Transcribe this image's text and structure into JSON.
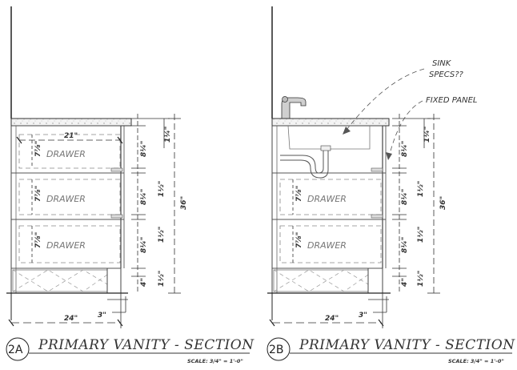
{
  "left_section": {
    "tag": "2A",
    "title": "PRIMARY VANITY - SECTION",
    "scale": "SCALE: 3/4\" = 1'-0\"",
    "drawers": [
      "DRAWER",
      "DRAWER",
      "DRAWER"
    ],
    "drawer_heights": [
      "7⅞\"",
      "7⅞\"",
      "7⅞\""
    ],
    "width_dim": "21\"",
    "depth_dim": "24\"",
    "toe_dim": "3\"",
    "right_dims": [
      "1¼\"",
      "8¼\"",
      "1½\"",
      "8¼\"",
      "1½\"",
      "8¼\"",
      "1½\"",
      "4\"",
      "1½\""
    ],
    "overall_height": "36\""
  },
  "right_section": {
    "tag": "2B",
    "title": "PRIMARY VANITY - SECTION",
    "scale": "SCALE: 3/4\" = 1'-0\"",
    "drawers": [
      "DRAWER",
      "DRAWER"
    ],
    "drawer_heights": [
      "7⅞\"",
      "7⅞\""
    ],
    "note_sink": [
      "SINK",
      "SPECS??"
    ],
    "note_panel": "FIXED PANEL",
    "depth_dim": "24\"",
    "toe_dim": "3\"",
    "right_dims": [
      "1¼\"",
      "8¼\"",
      "1½\"",
      "8¼\"",
      "1½\"",
      "8¼\"",
      "1½\"",
      "4\"",
      "1½\""
    ],
    "overall_height": "36\""
  }
}
